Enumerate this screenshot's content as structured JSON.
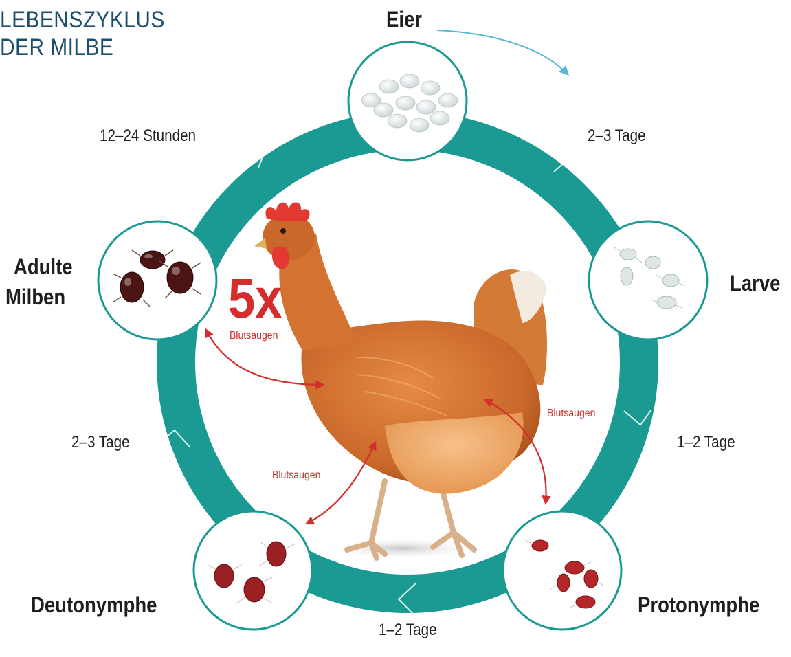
{
  "title": {
    "line1": "LEBENSZYKLUS",
    "line2": "DER MILBE"
  },
  "stages": {
    "eggs": "Eier",
    "larva": "Larve",
    "protonymph": "Protonymphe",
    "deutonymph": "Deutonymphe",
    "adult_line1": "Adulte",
    "adult_line2": "Milben"
  },
  "durations": {
    "eggs_to_larva": "2–3 Tage",
    "larva_to_protonymph": "1–2 Tage",
    "protonymph_to_deutonymph": "1–2 Tage",
    "deutonymph_to_adult": "2–3 Tage",
    "adult_to_eggs": "12–24 Stunden"
  },
  "feeding": {
    "multiplier": "5x",
    "label_adult": "Blutsaugen",
    "label_protonymph": "Blutsaugen",
    "label_deutonymph": "Blutsaugen"
  },
  "colors": {
    "ring": "#1a9a92",
    "ring_chevron": "#ffffff",
    "accent_red": "#d42d2d",
    "title_blue": "#1d4e6b",
    "arrow_blue": "#5ab6d6",
    "hen": "#c9682a"
  },
  "icons": {
    "center": "hen-illustration",
    "eggs": "mite-eggs-photo",
    "larva": "mite-larvae-photo",
    "protonymph": "protonymph-mites-photo",
    "deutonymph": "deutonymph-mites-photo",
    "adult": "adult-mites-photo"
  }
}
